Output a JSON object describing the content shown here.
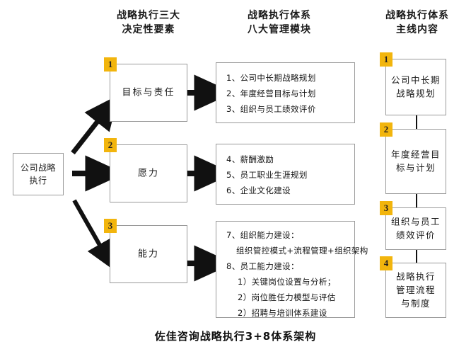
{
  "diagram": {
    "caption": "佐佳咨询战略执行3+8体系架构",
    "colors": {
      "tag_yellow": "#f2b50d",
      "box_border": "#9a9a9a",
      "arrow_black": "#111111",
      "text": "#1a1a1a",
      "background": "#ffffff"
    },
    "headers": [
      {
        "text": "战略执行三大\n决定性要素"
      },
      {
        "text": "战略执行体系\n八大管理模块"
      },
      {
        "text": "战略执行体系\n主线内容"
      }
    ],
    "start_node": {
      "label": "公司战略\n执行"
    },
    "factors": [
      {
        "number": "1",
        "label": "目标与责任"
      },
      {
        "number": "2",
        "label": "愿力"
      },
      {
        "number": "3",
        "label": "能力"
      }
    ],
    "modules": [
      {
        "lines": [
          {
            "text": "1、公司中长期战略规划",
            "style": "normal"
          },
          {
            "text": "2、年度经营目标与计划",
            "style": "normal"
          },
          {
            "text": "3、组织与员工绩效评价",
            "style": "normal"
          }
        ]
      },
      {
        "lines": [
          {
            "text": "4、薪酬激励",
            "style": "normal"
          },
          {
            "text": "5、员工职业生涯规划",
            "style": "normal"
          },
          {
            "text": "6、企业文化建设",
            "style": "normal"
          }
        ]
      },
      {
        "lines": [
          {
            "text": "7、组织能力建设：",
            "style": "normal"
          },
          {
            "text": "组织管控模式+流程管理+组织架构",
            "style": "indent"
          },
          {
            "text": "8、员工能力建设：",
            "style": "normal"
          },
          {
            "text": "1）关键岗位设置与分析；",
            "style": "sub"
          },
          {
            "text": "2）岗位胜任力模型与评估",
            "style": "sub"
          },
          {
            "text": "2）招聘与培训体系建设",
            "style": "sub"
          }
        ]
      }
    ],
    "mainline": [
      {
        "number": "1",
        "label": "公司中长期\n战略规划"
      },
      {
        "number": "2",
        "label": "年度经营目\n标与计划"
      },
      {
        "number": "3",
        "label": "组织与员工\n绩效评价"
      },
      {
        "number": "4",
        "label": "战略执行\n管理流程\n与制度"
      }
    ]
  }
}
